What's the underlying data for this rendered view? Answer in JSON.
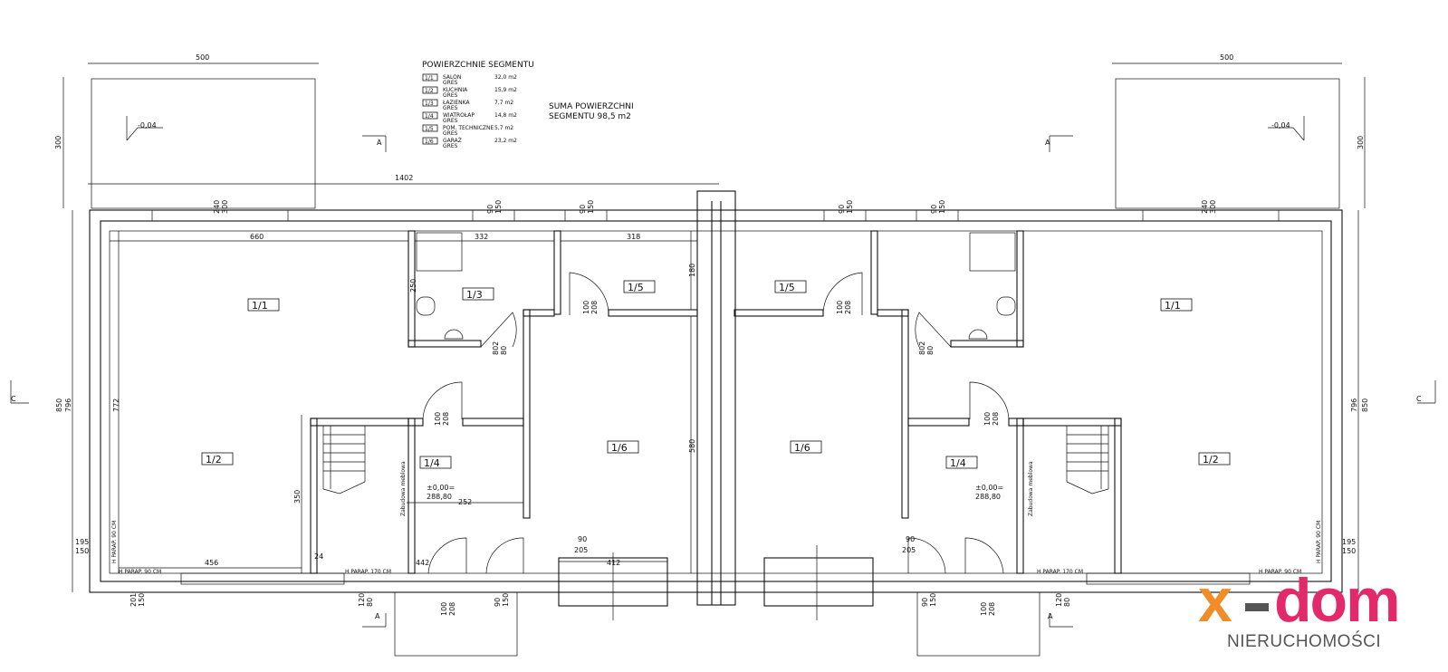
{
  "legend": {
    "title": "POWIERZCHNIE SEGMENTU",
    "rows": [
      {
        "id": "1/1",
        "name": "SALON",
        "area": "32,0 m2",
        "finish": "GRES"
      },
      {
        "id": "1/2",
        "name": "KUCHNIA",
        "area": "15,9 m2",
        "finish": "GRES"
      },
      {
        "id": "1/3",
        "name": "ŁAZIENKA",
        "area": "7,7 m2",
        "finish": "GRES"
      },
      {
        "id": "1/4",
        "name": "WIATROŁAP",
        "area": "14,8 m2",
        "finish": "GRES"
      },
      {
        "id": "1/5",
        "name": "POM. TECHNICZNE",
        "area": "5,7 m2",
        "finish": "GRES"
      },
      {
        "id": "1/6",
        "name": "GARAŻ",
        "area": "23,2 m2",
        "finish": "GRES"
      }
    ]
  },
  "total": {
    "line1": "SUMA POWIERZCHNI",
    "line2": "SEGMENTU 98,5 m2"
  },
  "rooms": {
    "r11": "1/1",
    "r12": "1/2",
    "r13": "1/3",
    "r14": "1/4",
    "r15": "1/5",
    "r16": "1/6"
  },
  "levels": {
    "terrace": "-0,04",
    "floor_a": "±0,00=",
    "floor_b": "288,80"
  },
  "section_marks": {
    "a": "A",
    "c": "C"
  },
  "notes": {
    "furniture": "Zabudowa meblowa",
    "h170": "H PARAP. 170 CM",
    "h90": "H PARAP. 90 CM"
  },
  "dims": {
    "d500": "500",
    "d300": "300",
    "d1402": "1402",
    "d660": "660",
    "d332": "332",
    "d318": "318",
    "d850": "850",
    "d796": "796",
    "d772": "772",
    "d350": "350",
    "d456": "456",
    "d442": "442",
    "d252": "252",
    "d412": "412",
    "d580": "580",
    "d180": "180",
    "d250": "250",
    "d24": "24",
    "d195": "195",
    "d150": "150",
    "d240": "240",
    "d120": "120",
    "d80": "80",
    "d90": "90",
    "d100": "100",
    "d208": "208",
    "d205": "205",
    "d201": "201",
    "d802": "802"
  },
  "brand": {
    "x": "x",
    "dom": "dom",
    "sub": "NIERUCHOMOŚCI",
    "orange": "#f28c28",
    "pink": "#e22a6a",
    "grey": "#555555"
  }
}
